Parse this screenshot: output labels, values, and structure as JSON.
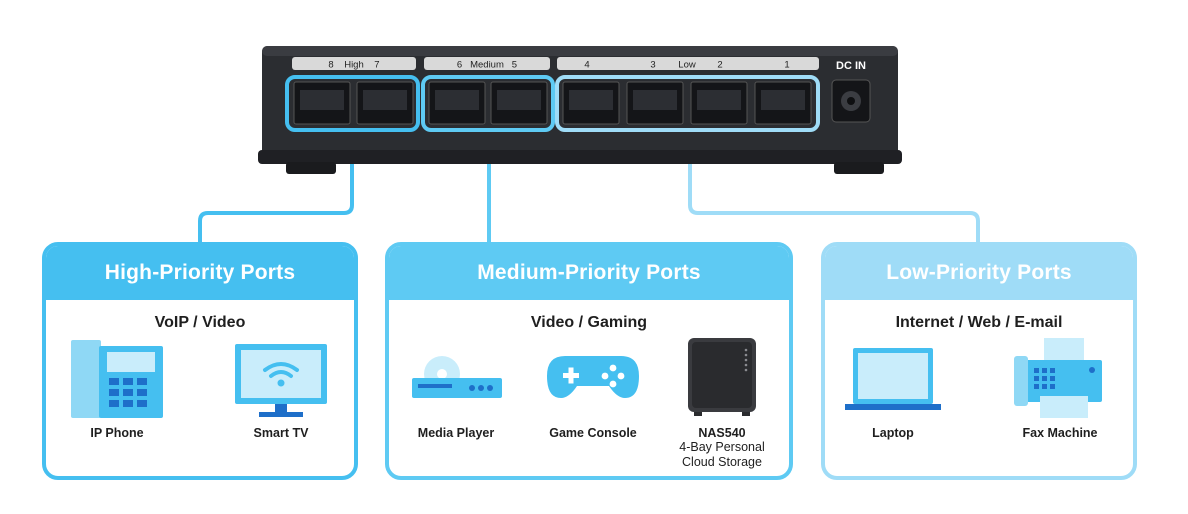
{
  "switch": {
    "port_label_high": "8    High    7",
    "port_label_medium": "6   Medium   5",
    "port_labels_low": [
      "4",
      "3",
      "Low",
      "2",
      "1"
    ],
    "dc_label": "DC IN"
  },
  "groups": [
    {
      "title": "High-Priority Ports",
      "subtitle": "VoIP / Video",
      "devices": [
        {
          "label": "IP Phone",
          "icon": "ip-phone-icon"
        },
        {
          "label": "Smart TV",
          "icon": "smart-tv-icon"
        }
      ]
    },
    {
      "title": "Medium-Priority Ports",
      "subtitle": "Video / Gaming",
      "devices": [
        {
          "label": "Media Player",
          "icon": "media-player-icon"
        },
        {
          "label": "Game Console",
          "icon": "game-console-icon"
        },
        {
          "label": "NAS540",
          "sublabel_line1": "4-Bay Personal",
          "sublabel_line2": "Cloud Storage",
          "icon": "nas-icon"
        }
      ]
    },
    {
      "title": "Low-Priority Ports",
      "subtitle": "Internet / Web / E-mail",
      "devices": [
        {
          "label": "Laptop",
          "icon": "laptop-icon"
        },
        {
          "label": "Fax Machine",
          "icon": "fax-machine-icon"
        }
      ]
    }
  ],
  "colors": {
    "high": "#45bff0",
    "medium": "#5ecaf3",
    "low": "#9fdcf7",
    "switch_body": "#2b2d31"
  }
}
